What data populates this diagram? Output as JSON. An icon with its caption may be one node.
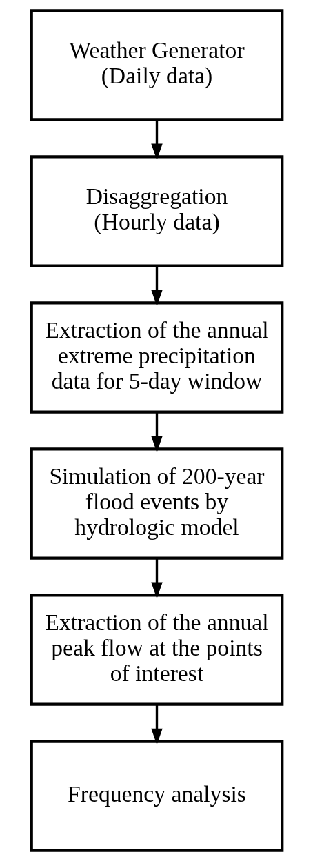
{
  "diagram": {
    "nodes": [
      {
        "text": [
          "Weather Generator",
          "(Daily data)"
        ]
      },
      {
        "text": [
          "Disaggregation",
          "(Hourly data)"
        ]
      },
      {
        "text": [
          "Extraction of the annual extreme precipitation data for 5-day window"
        ]
      },
      {
        "text": [
          "Simulation of 200-year flood events by hydrologic model"
        ]
      },
      {
        "text": [
          "Extraction of the annual peak flow at the points of interest"
        ]
      },
      {
        "text": [
          "Frequency analysis"
        ]
      }
    ],
    "edges": [
      {
        "from": 0,
        "to": 1,
        "arrow": "to"
      },
      {
        "from": 1,
        "to": 2,
        "arrow": "to"
      },
      {
        "from": 2,
        "to": 3,
        "arrow": "to"
      },
      {
        "from": 3,
        "to": 4,
        "arrow": "to"
      },
      {
        "from": 4,
        "to": 5,
        "arrow": "to"
      }
    ]
  }
}
